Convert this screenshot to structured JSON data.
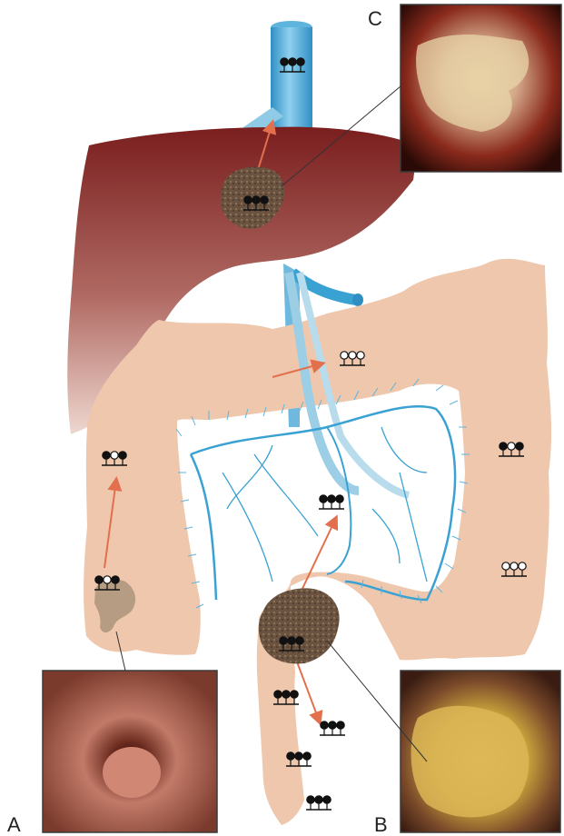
{
  "labels": {
    "a": "A",
    "b": "B",
    "c": "C"
  },
  "colors": {
    "colon": "#eec7ad",
    "liver_top": "#7a1e1e",
    "liver_bottom": "#e9cdc3",
    "vessel": "#3aa2d3",
    "vessel_light": "#8fcbe6",
    "arrow": "#e2704d",
    "tumor": "#6a5340",
    "photo_frame": "#3b3b3b"
  },
  "icons": {
    "tree_filled": "tree-black-icon",
    "tree_hollow": "tree-white-icon",
    "tumor": "tumor-mass-icon",
    "photo": "endoscopy-photo-icon"
  },
  "markers": [
    {
      "id": "vena-cava",
      "pattern": [
        1,
        1,
        1
      ]
    },
    {
      "id": "liver-tumor",
      "pattern": [
        1,
        1,
        1
      ]
    },
    {
      "id": "transverse-colon",
      "pattern": [
        0,
        0,
        0
      ]
    },
    {
      "id": "ascending-upper",
      "pattern": [
        1,
        0,
        1
      ]
    },
    {
      "id": "ascending-polyp",
      "pattern": [
        1,
        0,
        1
      ]
    },
    {
      "id": "descending-upper",
      "pattern": [
        1,
        0,
        1
      ]
    },
    {
      "id": "descending-lower",
      "pattern": [
        0,
        0,
        0
      ]
    },
    {
      "id": "mesentery",
      "pattern": [
        1,
        1,
        1
      ]
    },
    {
      "id": "sigmoid-tumor",
      "pattern": [
        1,
        1,
        1
      ]
    },
    {
      "id": "rectum-1",
      "pattern": [
        1,
        1,
        1
      ]
    },
    {
      "id": "rectum-2",
      "pattern": [
        1,
        1,
        1
      ]
    },
    {
      "id": "rectum-3",
      "pattern": [
        1,
        1,
        1
      ]
    },
    {
      "id": "rectum-4",
      "pattern": [
        1,
        1,
        1
      ]
    }
  ]
}
